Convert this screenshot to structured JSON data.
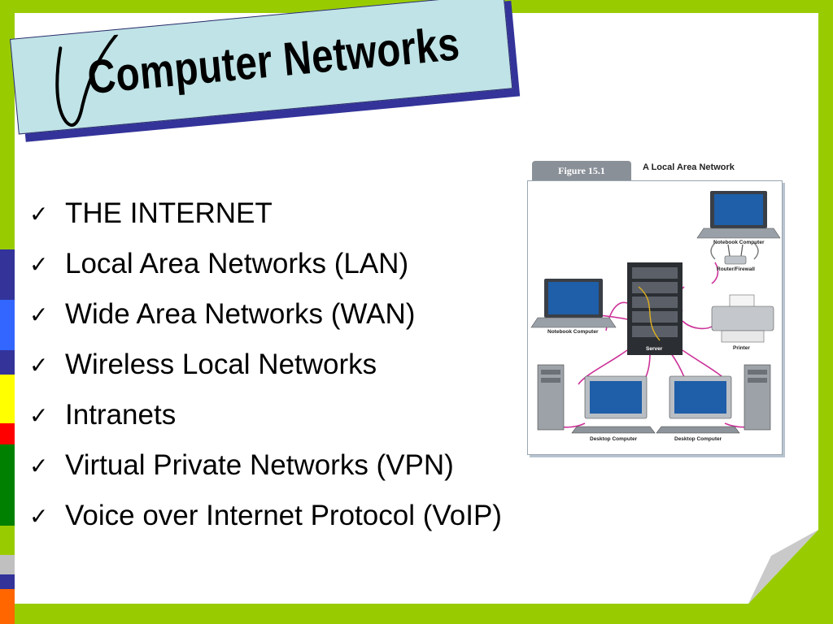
{
  "slide": {
    "title": "Computer Networks",
    "bullets": [
      "THE INTERNET",
      "Local Area Networks (LAN)",
      "Wide Area Networks (WAN)",
      "Wireless Local Networks",
      "Intranets",
      "Virtual Private Networks (VPN)",
      "Voice over Internet Protocol (VoIP)"
    ],
    "check_glyph": "✓"
  },
  "figure": {
    "tab": "Figure 15.1",
    "caption": "A Local Area Network",
    "labels": {
      "notebook_top": "Notebook Computer",
      "router": "Router/Firewall",
      "notebook_left": "Notebook Computer",
      "server": "Server",
      "printer": "Printer",
      "desktop_left": "Desktop Computer",
      "desktop_right": "Desktop Computer"
    }
  },
  "colors": {
    "background": "#99cc00",
    "title_fill": "#bfe3e6",
    "title_shadow": "#33339a",
    "cable": "#cc3399"
  }
}
